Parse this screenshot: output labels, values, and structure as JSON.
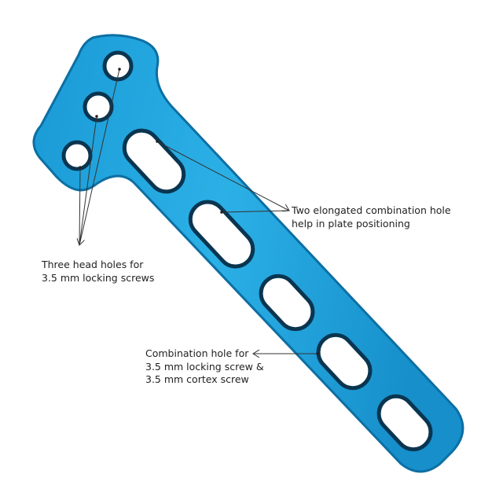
{
  "colors": {
    "plate": "#1fa3dc",
    "plate_edge": "#0d6fa3",
    "hole_rim": "#0a3550",
    "leader": "#333333"
  },
  "labels": {
    "head_holes": [
      "Three head holes for",
      "3.5 mm locking screws"
    ],
    "elongated": [
      "Two elongated combination hole",
      "help in plate positioning"
    ],
    "combination": [
      "Combination hole for",
      "3.5 mm locking screw &",
      "3.5 mm cortex screw"
    ]
  }
}
